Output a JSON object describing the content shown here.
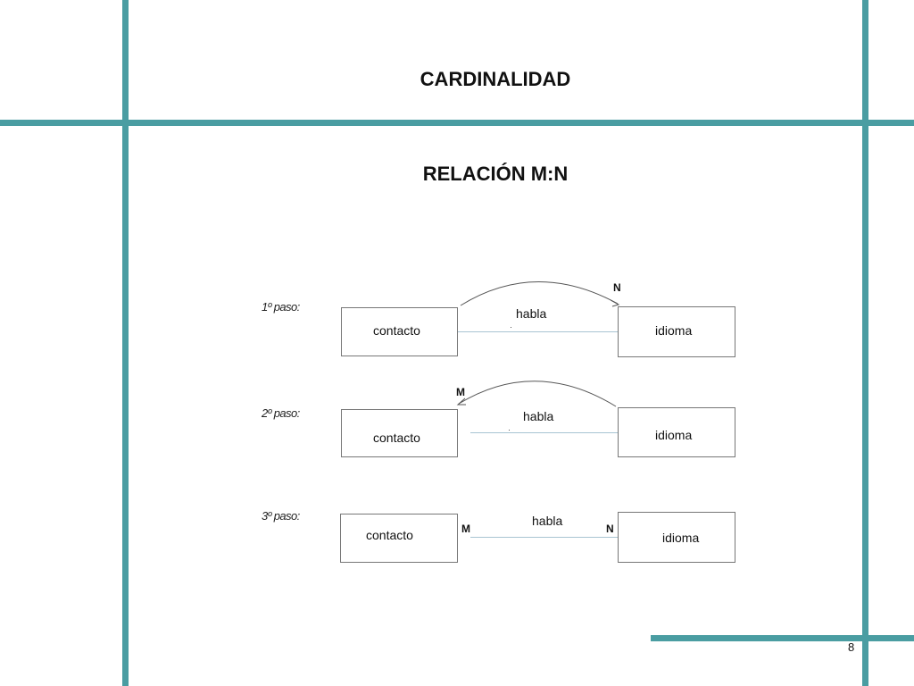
{
  "slide": {
    "title": "CARDINALIDAD",
    "subtitle": "RELACIÓN M:N",
    "page_number": "8"
  },
  "steps": [
    {
      "label": "1º paso:",
      "left_entity": "contacto",
      "right_entity": "idioma",
      "relationship": "habla",
      "arc_card": "N"
    },
    {
      "label": "2º paso:",
      "left_entity": "contacto",
      "right_entity": "idioma",
      "relationship": "habla",
      "arc_card": "M"
    },
    {
      "label": "3º paso:",
      "left_entity": "contacto",
      "right_entity": "idioma",
      "relationship": "habla",
      "left_card": "M",
      "right_card": "N"
    }
  ],
  "colors": {
    "frame": "#4a9da2",
    "connector": "#a8c4d2"
  }
}
